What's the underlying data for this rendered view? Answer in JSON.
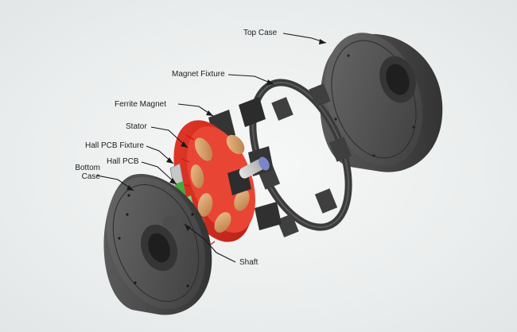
{
  "labels": {
    "top_case": "Top Case",
    "magnet_fixture": "Magnet Fixture",
    "ferrite_magnet": "Ferrite Magnet",
    "stator": "Stator",
    "hall_pcb_fixture": "Hall PCB Fixture",
    "hall_pcb": "Hall PCB",
    "bottom_case_line1": "Bottom",
    "bottom_case_line2": "Case",
    "shaft": "Shaft"
  },
  "colors": {
    "case_dark": "#3f3f3f",
    "case_mid": "#555555",
    "stator_red": "#d42a1c",
    "winding_copper": "#d9a06a",
    "magnet_dark": "#2e2e2e",
    "pcb_green": "#4aa83a",
    "shaft_blue": "#7b86c9"
  }
}
